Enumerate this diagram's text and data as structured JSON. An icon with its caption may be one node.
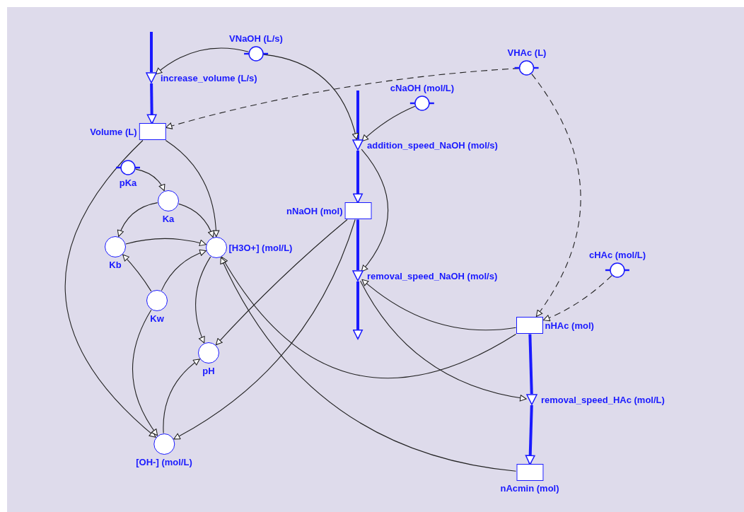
{
  "diagram": {
    "nodes": [
      {
        "text": [
          "VNaOH (L/s)"
        ]
      },
      {
        "text": [
          "VHAc (L)"
        ]
      },
      {
        "text": [
          "increase_volume (L/s)"
        ]
      },
      {
        "text": [
          "cNaOH (mol/L)"
        ]
      },
      {
        "text": [
          "Volume (L)"
        ]
      },
      {
        "text": [
          "addition_speed_NaOH (mol/s)"
        ]
      },
      {
        "text": [
          "pKa"
        ]
      },
      {
        "text": [
          "Ka"
        ]
      },
      {
        "text": [
          "nNaOH (mol)"
        ]
      },
      {
        "text": [
          "Kb"
        ]
      },
      {
        "text": [
          "[H3O+] (mol/L)"
        ]
      },
      {
        "text": [
          "cHAc (mol/L)"
        ]
      },
      {
        "text": [
          "removal_speed_NaOH (mol/s)"
        ]
      },
      {
        "text": [
          "Kw"
        ]
      },
      {
        "text": [
          "nHAc (mol)"
        ]
      },
      {
        "text": [
          "pH"
        ]
      },
      {
        "text": [
          "removal_speed_HAc (mol/L)"
        ]
      },
      {
        "text": [
          "[OH-] (mol/L)"
        ]
      },
      {
        "text": [
          "nAcmin (mol)"
        ]
      }
    ],
    "edges": [
      {
        "from": null,
        "to": 2,
        "arrow": "none",
        "style": "thick",
        "color": "#1a1aff"
      },
      {
        "from": 2,
        "to": 4,
        "arrow": "to",
        "style": "thick",
        "color": "#1a1aff"
      },
      {
        "from": null,
        "to": 5,
        "arrow": "none",
        "style": "thick",
        "color": "#1a1aff"
      },
      {
        "from": 5,
        "to": 8,
        "arrow": "to",
        "style": "thick",
        "color": "#1a1aff"
      },
      {
        "from": 8,
        "to": 12,
        "arrow": "none",
        "style": "thick",
        "color": "#1a1aff"
      },
      {
        "from": 12,
        "to": null,
        "arrow": "to",
        "style": "thick",
        "color": "#1a1aff"
      },
      {
        "from": 14,
        "to": 16,
        "arrow": "none",
        "style": "thick",
        "color": "#1a1aff"
      },
      {
        "from": 16,
        "to": 18,
        "arrow": "to",
        "style": "thick",
        "color": "#1a1aff"
      },
      {
        "from": 0,
        "to": 2,
        "arrow": "to"
      },
      {
        "from": 0,
        "to": 5,
        "arrow": "to"
      },
      {
        "from": 3,
        "to": 5,
        "arrow": "to"
      },
      {
        "from": 1,
        "to": 4,
        "arrow": "to",
        "style": "dashed"
      },
      {
        "from": 1,
        "to": 14,
        "arrow": "to",
        "style": "dashed"
      },
      {
        "from": 11,
        "to": 14,
        "arrow": "to",
        "style": "dashed"
      },
      {
        "from": 4,
        "to": 10,
        "arrow": "to"
      },
      {
        "from": 4,
        "to": 17,
        "arrow": "to"
      },
      {
        "from": 6,
        "to": 7,
        "arrow": "to"
      },
      {
        "from": 7,
        "to": 9,
        "arrow": "to"
      },
      {
        "from": 7,
        "to": 10,
        "arrow": "to"
      },
      {
        "from": 9,
        "to": 10,
        "arrow": "to"
      },
      {
        "from": 13,
        "to": 9,
        "arrow": "to"
      },
      {
        "from": 13,
        "to": 10,
        "arrow": "to"
      },
      {
        "from": 13,
        "to": 17,
        "arrow": "to"
      },
      {
        "from": 10,
        "to": 15,
        "arrow": "to"
      },
      {
        "from": 17,
        "to": 15,
        "arrow": "to"
      },
      {
        "from": 8,
        "to": 15,
        "arrow": "to"
      },
      {
        "from": 8,
        "to": 17,
        "arrow": "to"
      },
      {
        "from": 5,
        "to": 12,
        "arrow": "to"
      },
      {
        "from": 14,
        "to": 12,
        "arrow": "to"
      },
      {
        "from": 12,
        "to": 16,
        "arrow": "to"
      },
      {
        "from": 14,
        "to": 10,
        "arrow": "to"
      },
      {
        "from": 18,
        "to": 10,
        "arrow": "to"
      }
    ]
  }
}
